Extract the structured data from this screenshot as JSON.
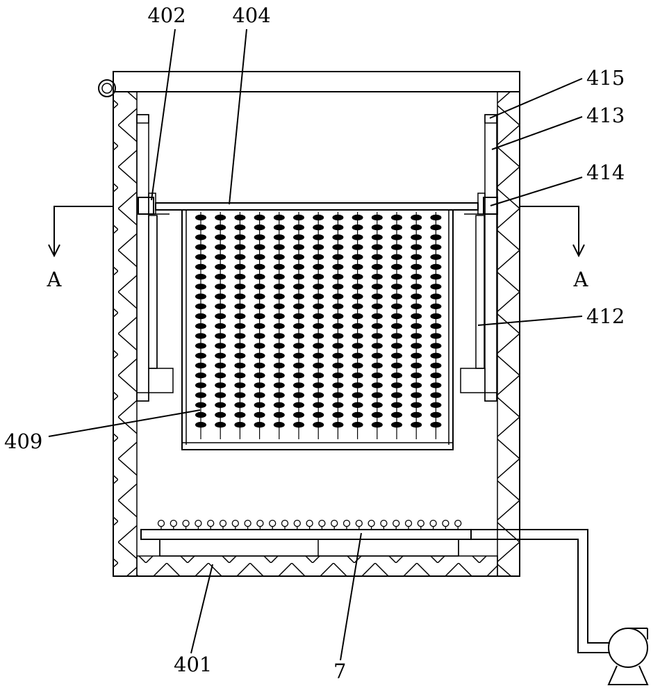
{
  "labels": {
    "l402": "402",
    "l404": "404",
    "l415": "415",
    "l413": "413",
    "l414": "414",
    "l412": "412",
    "l409": "409",
    "l401": "401",
    "l7": "7",
    "section_left": "A",
    "section_right": "A"
  }
}
